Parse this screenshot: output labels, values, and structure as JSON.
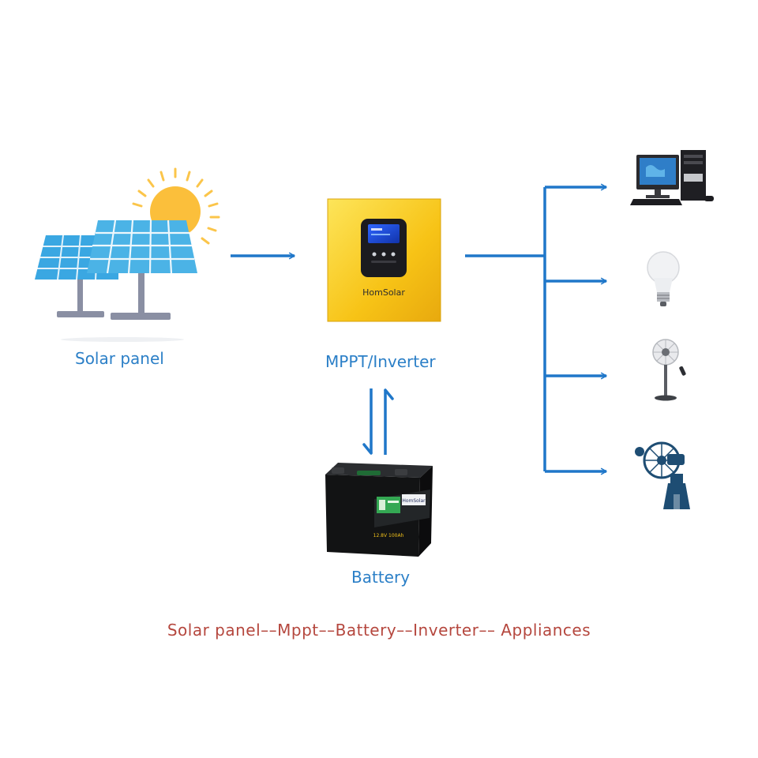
{
  "labels": {
    "solar_panel": "Solar panel",
    "mppt_inverter": "MPPT/Inverter",
    "battery": "Battery"
  },
  "device": {
    "brand": "HomSolar"
  },
  "battery_pack": {
    "brand": "HomSolar",
    "spec": "12.8V 100Ah"
  },
  "caption": "Solar panel––Mppt––Battery––Inverter–– Appliances",
  "appliances": [
    "computer-icon",
    "light-bulb-icon",
    "standing-fan-icon",
    "wall-fan-icon"
  ],
  "colors": {
    "arrow": "#1f77c9",
    "label": "#2b7fc7",
    "caption": "#b5473e",
    "inverter_body": "#f7c316",
    "panel": "#4bb3e6",
    "sun": "#fbbf3b"
  }
}
